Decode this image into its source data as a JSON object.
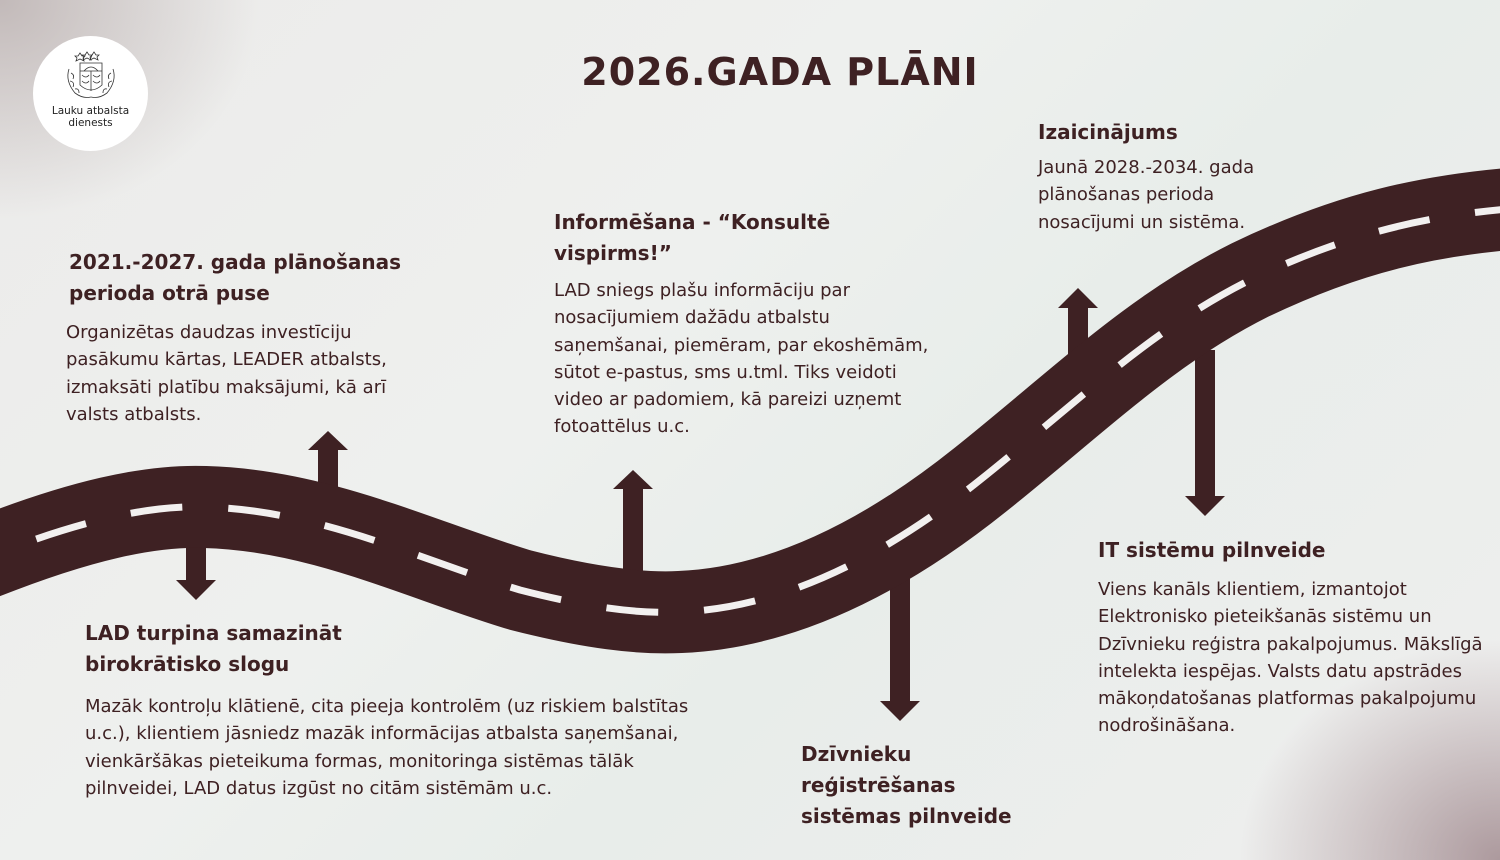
{
  "logo": {
    "icon": "latvia-coat-of-arms-icon",
    "line1": "Lauku atbalsta",
    "line2": "dienests"
  },
  "title": "2026.GADA PLĀNI",
  "colors": {
    "road": "#3e2123",
    "road_markings": "#f2f0ef",
    "text": "#3e2123",
    "background": "#eceeec"
  },
  "milestones": [
    {
      "id": "period-second-half",
      "position": "above-road",
      "heading": "2021.-2027. gada plānošanas perioda otrā puse",
      "body": "Organizētas daudzas investīciju pasākumu kārtas, LEADER atbalsts, izmaksāti platību maksājumi, kā arī valsts atbalsts."
    },
    {
      "id": "reduce-bureaucracy",
      "position": "below-road",
      "heading": "LAD turpina samazināt birokrātisko slogu",
      "body": "Mazāk kontroļu klātienē, cita pieeja kontrolēm (uz riskiem balstītas u.c.), klientiem jāsniedz mazāk informācijas atbalsta saņemšanai, vienkāršākas pieteikuma formas, monitoringa sistēmas tālāk pilnveidei, LAD datus izgūst no citām sistēmām u.c."
    },
    {
      "id": "informing",
      "position": "above-road",
      "heading": "Informēšana - “Konsultē vispirms!”",
      "body": "LAD sniegs plašu informāciju par nosacījumiem dažādu atbalstu saņemšanai, piemēram, par ekoshēmām, sūtot e-pastus, sms u.tml. Tiks veidoti video ar padomiem, kā pareizi uzņemt fotoattēlus u.c."
    },
    {
      "id": "animal-registration",
      "position": "below-road",
      "heading": "Dzīvnieku reģistrēšanas sistēmas pilnveide",
      "body": ""
    },
    {
      "id": "challenge",
      "position": "above-road",
      "heading": "Izaicinājums",
      "body": "Jaunā 2028.-2034. gada plānošanas perioda nosacījumi un sistēma."
    },
    {
      "id": "it-systems",
      "position": "below-road",
      "heading": "IT sistēmu pilnveide",
      "body": "Viens kanāls klientiem, izmantojot Elektronisko pieteikšanās sistēmu un Dzīvnieku reģistra pakalpojumus. Mākslīgā intelekta iespējas. Valsts datu apstrādes mākoņdatošanas platformas pakalpojumu nodrošināšana."
    }
  ]
}
